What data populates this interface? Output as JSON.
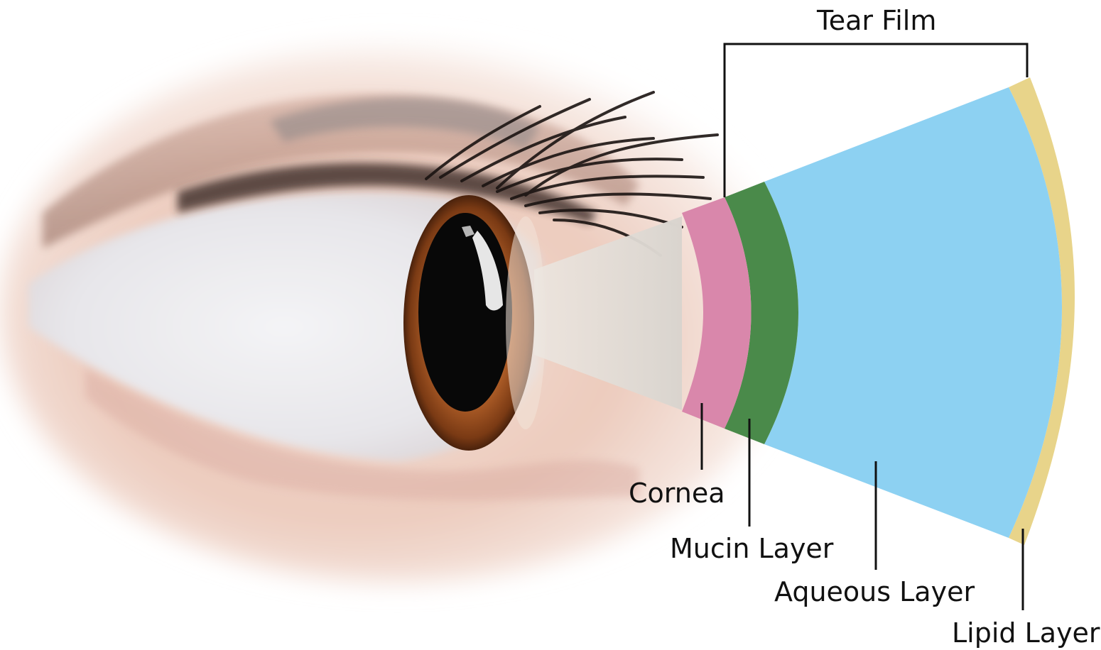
{
  "labels": {
    "tear_film": "Tear Film",
    "cornea": "Cornea",
    "mucin_layer": "Mucin Layer",
    "aqueous_layer": "Aqueous Layer",
    "lipid_layer": "Lipid Layer"
  },
  "colors": {
    "cornea": "#d987ab",
    "mucin_layer": "#4a8a4a",
    "aqueous_layer": "#8dd1f2",
    "lipid_layer": "#e8d48a",
    "beam": "#ded9d3",
    "iris": "#8a4418",
    "pupil": "#080808",
    "skin": "#e9c3b4",
    "lash": "#1b1412",
    "leader_line": "#111111"
  },
  "icons": {
    "eye_photo": "eye-photo"
  }
}
